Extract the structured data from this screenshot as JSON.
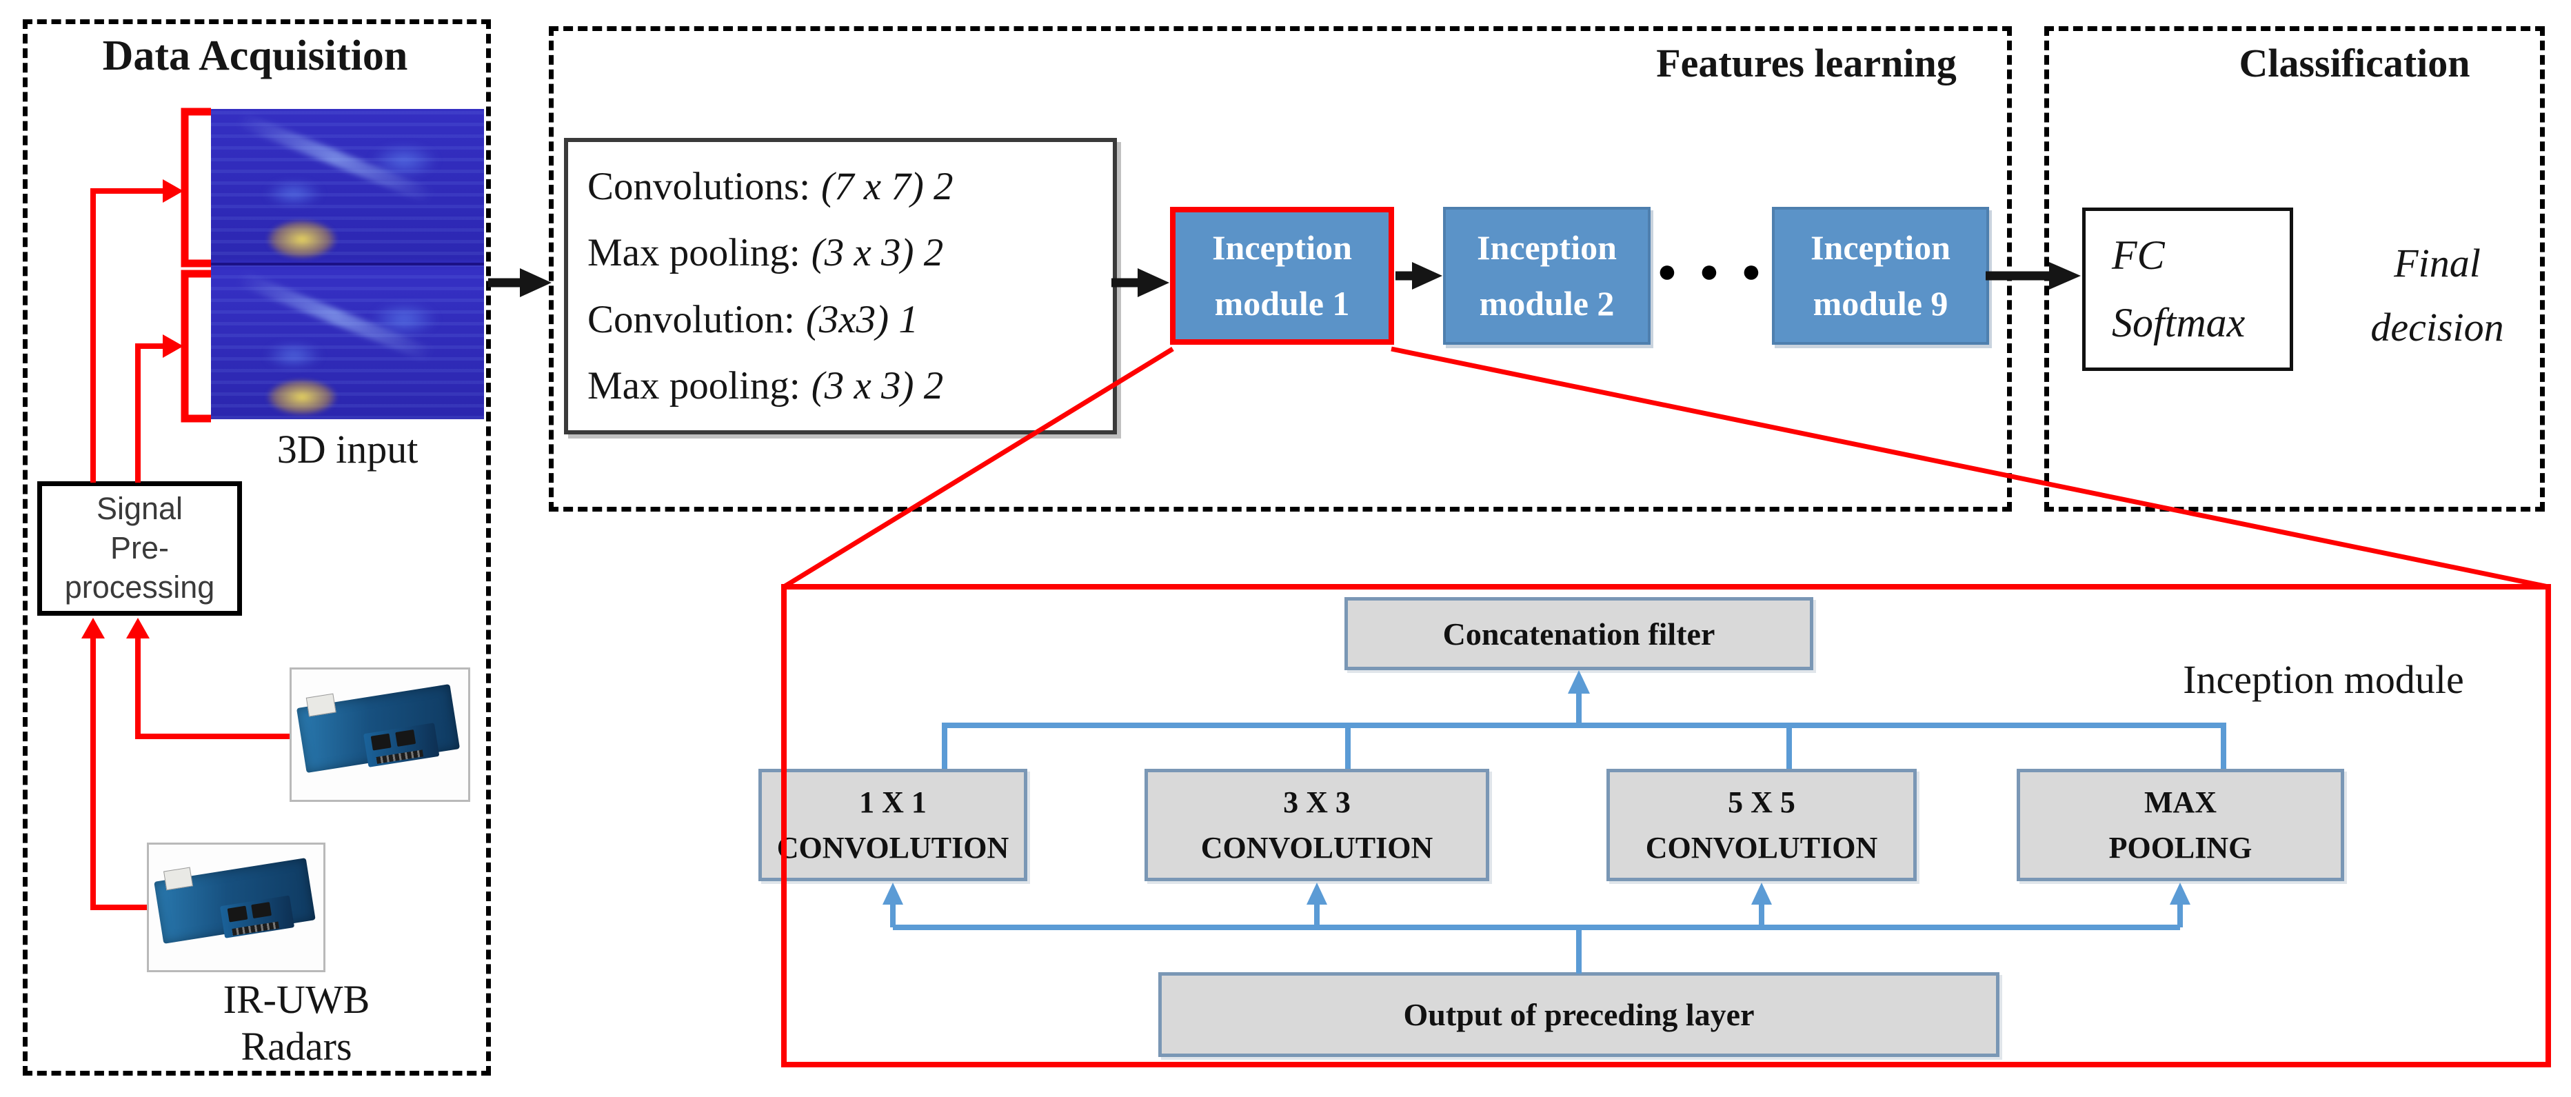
{
  "colors": {
    "accent_red": "#fe0000",
    "connector_blue": "#5b9bd5",
    "module_blue_fill": "#5b93c8",
    "gray_box_fill": "#d9d9d9",
    "gray_box_border": "#7a97b5"
  },
  "sections": {
    "data_acquisition": {
      "title": "Data Acquisition",
      "input_label": "3D input",
      "preprocess_lines": [
        "Signal",
        "Pre-",
        "processing"
      ],
      "radars_label": [
        "IR-UWB",
        "Radars"
      ]
    },
    "features_learning": {
      "title": "Features learning",
      "stem_rows": [
        {
          "head": "Convolutions:",
          "param": "(7 x 7) 2"
        },
        {
          "head": "Max pooling:",
          "param": "(3 x 3) 2"
        },
        {
          "head": "Convolution:",
          "param": "(3x3) 1"
        },
        {
          "head": "Max pooling:",
          "param": "(3 x 3) 2"
        }
      ],
      "modules": [
        {
          "line1": "Inception",
          "line2": "module 1"
        },
        {
          "line1": "Inception",
          "line2": "module 2"
        },
        {
          "line1": "Inception",
          "line2": "module 9"
        }
      ],
      "ellipsis": "● ● ●"
    },
    "classification": {
      "title": "Classification",
      "fc_lines": [
        "FC",
        "Softmax"
      ],
      "final_lines": [
        "Final",
        "decision"
      ]
    }
  },
  "inception_detail": {
    "caption": "Inception module",
    "concat_label": "Concatenation filter",
    "branches": [
      {
        "line1": "1 X 1",
        "line2": "CONVOLUTION"
      },
      {
        "line1": "3 X 3",
        "line2": "CONVOLUTION"
      },
      {
        "line1": "5 X 5",
        "line2": "CONVOLUTION"
      },
      {
        "line1": "MAX",
        "line2": "POOLING"
      }
    ],
    "output_label": "Output of preceding layer"
  }
}
